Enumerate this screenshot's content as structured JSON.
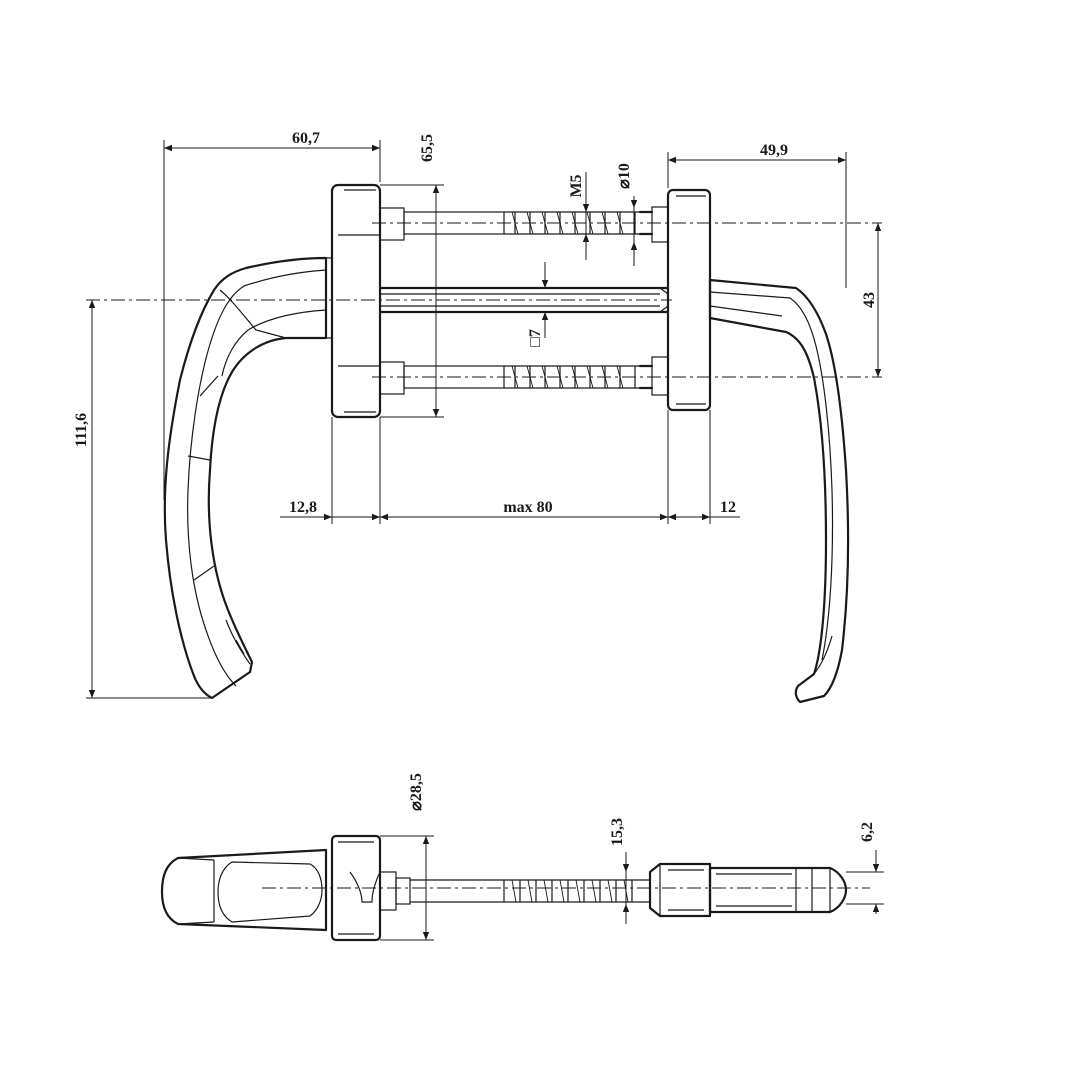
{
  "dimensions": {
    "width_left_handle": "60,7",
    "rose_height": "65,5",
    "thread": "M5",
    "bolt_diameter": "⌀10",
    "width_right_handle": "49,9",
    "bolt_spacing": "43",
    "spindle_square": "□7",
    "handle_height": "111,6",
    "rose_thickness_left": "12,8",
    "door_thickness": "max 80",
    "rose_thickness_right": "12",
    "rose_diameter": "⌀28,5",
    "side_offset": "15,3",
    "tip_diameter": "6,2"
  }
}
